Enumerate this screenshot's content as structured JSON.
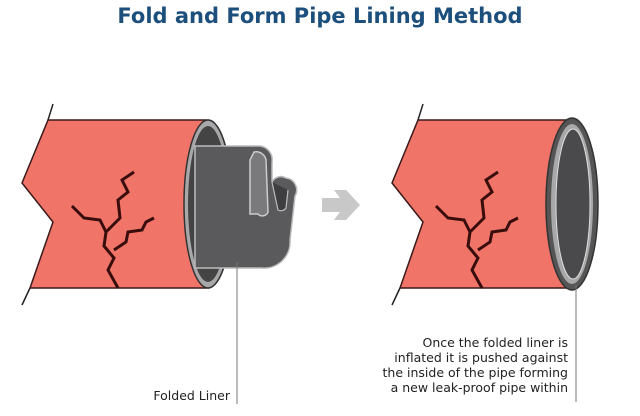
{
  "title": "Fold and Form Pipe Lining Method",
  "labels": {
    "folded_liner": "Folded Liner",
    "inflated_lines": [
      "Once the folded liner is",
      "inflated it is pushed against",
      "the inside of the pipe forming",
      "a new leak-proof pipe within"
    ]
  },
  "colors": {
    "pipe": "#f07468",
    "liner": "#555557",
    "title": "#1d4f7c",
    "arrow": "#c8c8c8"
  }
}
